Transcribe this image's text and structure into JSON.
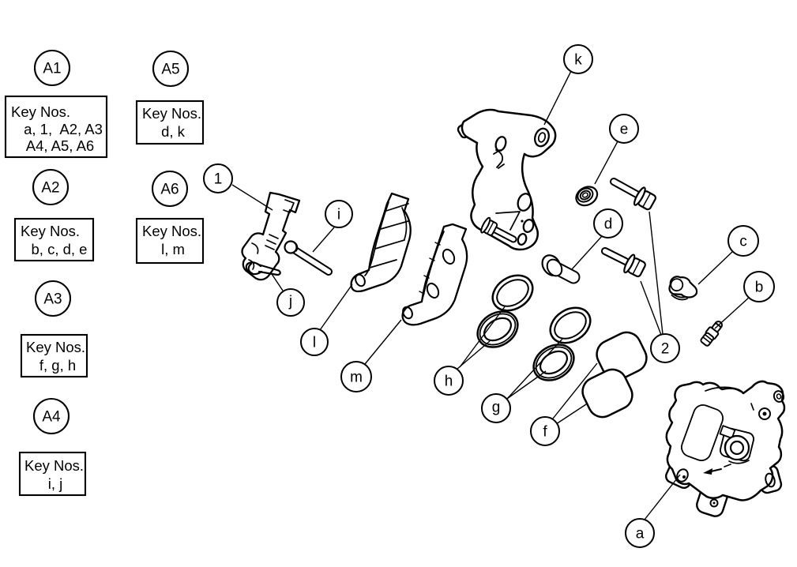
{
  "figure": {
    "background_color": "#ffffff",
    "line_color": "#000000"
  },
  "legend": {
    "box_title": "Key Nos.",
    "groups": [
      {
        "label": "A1",
        "lines": [
          "a, 1,  A2, A3",
          "A4, A5, A6"
        ]
      },
      {
        "label": "A2",
        "lines": [
          "b, c, d, e"
        ]
      },
      {
        "label": "A3",
        "lines": [
          "f, g, h"
        ]
      },
      {
        "label": "A4",
        "lines": [
          "i, j"
        ]
      },
      {
        "label": "A5",
        "lines": [
          "d, k"
        ]
      },
      {
        "label": "A6",
        "lines": [
          "l, m"
        ]
      }
    ]
  },
  "callouts": [
    {
      "label": "1"
    },
    {
      "label": "2"
    },
    {
      "label": "a"
    },
    {
      "label": "b"
    },
    {
      "label": "c"
    },
    {
      "label": "d"
    },
    {
      "label": "e"
    },
    {
      "label": "f"
    },
    {
      "label": "g"
    },
    {
      "label": "h"
    },
    {
      "label": "i"
    },
    {
      "label": "j"
    },
    {
      "label": "k"
    },
    {
      "label": "l"
    },
    {
      "label": "m"
    }
  ]
}
